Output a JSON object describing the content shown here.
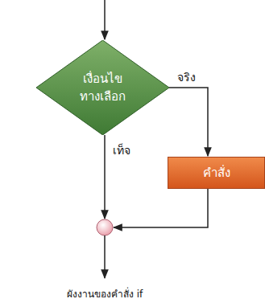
{
  "diagram": {
    "caption": "ผังงานของคำสั่ง if",
    "nodes": [
      {
        "text": [
          "เงื่อนไข",
          "ทางเลือก"
        ]
      },
      {
        "text": [
          "คำสั่ง"
        ]
      }
    ],
    "edges": [
      {
        "from": 0,
        "to": 1,
        "label": "จริง",
        "arrow": "to"
      }
    ],
    "labels": [
      "เท็จ"
    ]
  }
}
